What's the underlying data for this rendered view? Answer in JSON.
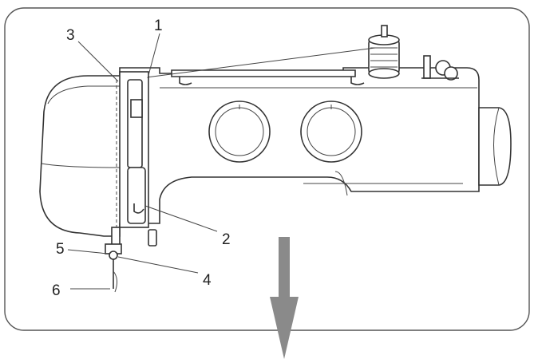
{
  "callouts": [
    {
      "id": "1",
      "label": "1"
    },
    {
      "id": "2",
      "label": "2"
    },
    {
      "id": "3",
      "label": "3"
    },
    {
      "id": "4",
      "label": "4"
    },
    {
      "id": "5",
      "label": "5"
    },
    {
      "id": "6",
      "label": "6"
    }
  ],
  "colors": {
    "ink": "#333333",
    "frame": "#555555",
    "arrow": "#8a8a8a"
  },
  "icons": {
    "direction_arrow": "arrow-down-icon"
  }
}
